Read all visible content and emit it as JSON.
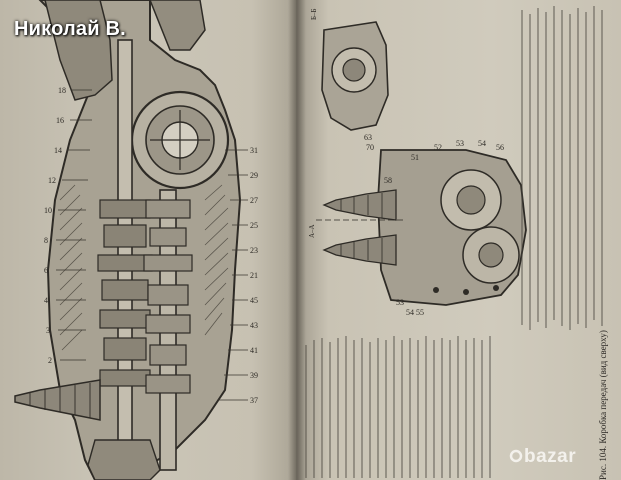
{
  "uploader": "Николай В.",
  "left_page": {
    "drawing": "gearbox-cross-section"
  },
  "right_page": {
    "section_label_top": "Б–Б",
    "section_label_mid": "А–А",
    "caption": "Рис. 104. Коробка передач (вид сверху)",
    "drawing": "gearbox-sections"
  },
  "watermark": "bazar",
  "colors": {
    "paper": "#cbc6b8",
    "ink": "#2b2824",
    "background": "#3a3833"
  }
}
